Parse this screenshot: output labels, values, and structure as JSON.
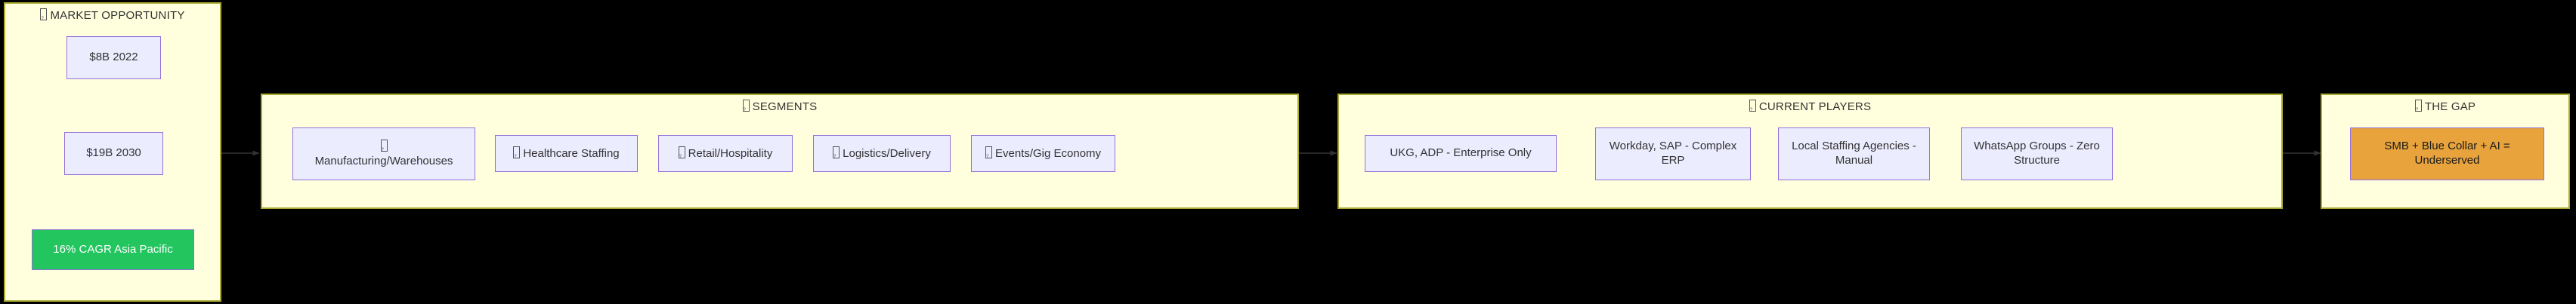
{
  "diagram": {
    "type": "flowchart",
    "orientation": "left-to-right",
    "background_color": "#000000",
    "panel_fill": "#ffffde",
    "panel_border": "#aaaa33",
    "node_fill": "#ececff",
    "node_border": "#9370db",
    "highlight_green": "#22c55e",
    "highlight_orange": "#e8a33d",
    "text_color": "#333333"
  },
  "panels": [
    {
      "id": "market-opportunity",
      "title": "MARKET OPPORTUNITY",
      "title_icon": "missing-glyph-icon",
      "nodes": [
        {
          "id": "mo-1",
          "label": "$8B 2022",
          "style": "default"
        },
        {
          "id": "mo-2",
          "label": "$19B 2030",
          "style": "default"
        },
        {
          "id": "mo-3",
          "label": "16% CAGR Asia Pacific",
          "style": "green"
        }
      ]
    },
    {
      "id": "segments",
      "title": "SEGMENTS",
      "title_icon": "missing-glyph-icon",
      "nodes": [
        {
          "id": "seg-1",
          "label": "Manufacturing/Warehouses",
          "icon": "missing-glyph-icon",
          "style": "default"
        },
        {
          "id": "seg-2",
          "label": "Healthcare Staffing",
          "icon": "missing-glyph-icon",
          "style": "default"
        },
        {
          "id": "seg-3",
          "label": "Retail/Hospitality",
          "icon": "missing-glyph-icon",
          "style": "default"
        },
        {
          "id": "seg-4",
          "label": "Logistics/Delivery",
          "icon": "missing-glyph-icon",
          "style": "default"
        },
        {
          "id": "seg-5",
          "label": "Events/Gig Economy",
          "icon": "missing-glyph-icon",
          "style": "default"
        }
      ]
    },
    {
      "id": "current-players",
      "title": "CURRENT PLAYERS",
      "title_icon": "missing-glyph-icon",
      "nodes": [
        {
          "id": "cp-1",
          "label": "UKG, ADP - Enterprise Only",
          "style": "default"
        },
        {
          "id": "cp-2",
          "label": "Workday, SAP - Complex ERP",
          "style": "default"
        },
        {
          "id": "cp-3",
          "label": "Local Staffing Agencies - Manual",
          "style": "default"
        },
        {
          "id": "cp-4",
          "label": "WhatsApp Groups - Zero Structure",
          "style": "default"
        }
      ]
    },
    {
      "id": "the-gap",
      "title": "THE GAP",
      "title_icon": "missing-glyph-icon",
      "nodes": [
        {
          "id": "gap-1",
          "label": "SMB + Blue Collar + AI = Underserved",
          "style": "orange"
        }
      ]
    }
  ],
  "edges": [
    {
      "from": "mo-1",
      "to": "mo-2",
      "direction": "down"
    },
    {
      "from": "mo-2",
      "to": "mo-3",
      "direction": "down"
    },
    {
      "from": "market-opportunity",
      "to": "segments",
      "direction": "right"
    },
    {
      "from": "segments",
      "to": "current-players",
      "direction": "right"
    },
    {
      "from": "current-players",
      "to": "the-gap",
      "direction": "right"
    }
  ]
}
